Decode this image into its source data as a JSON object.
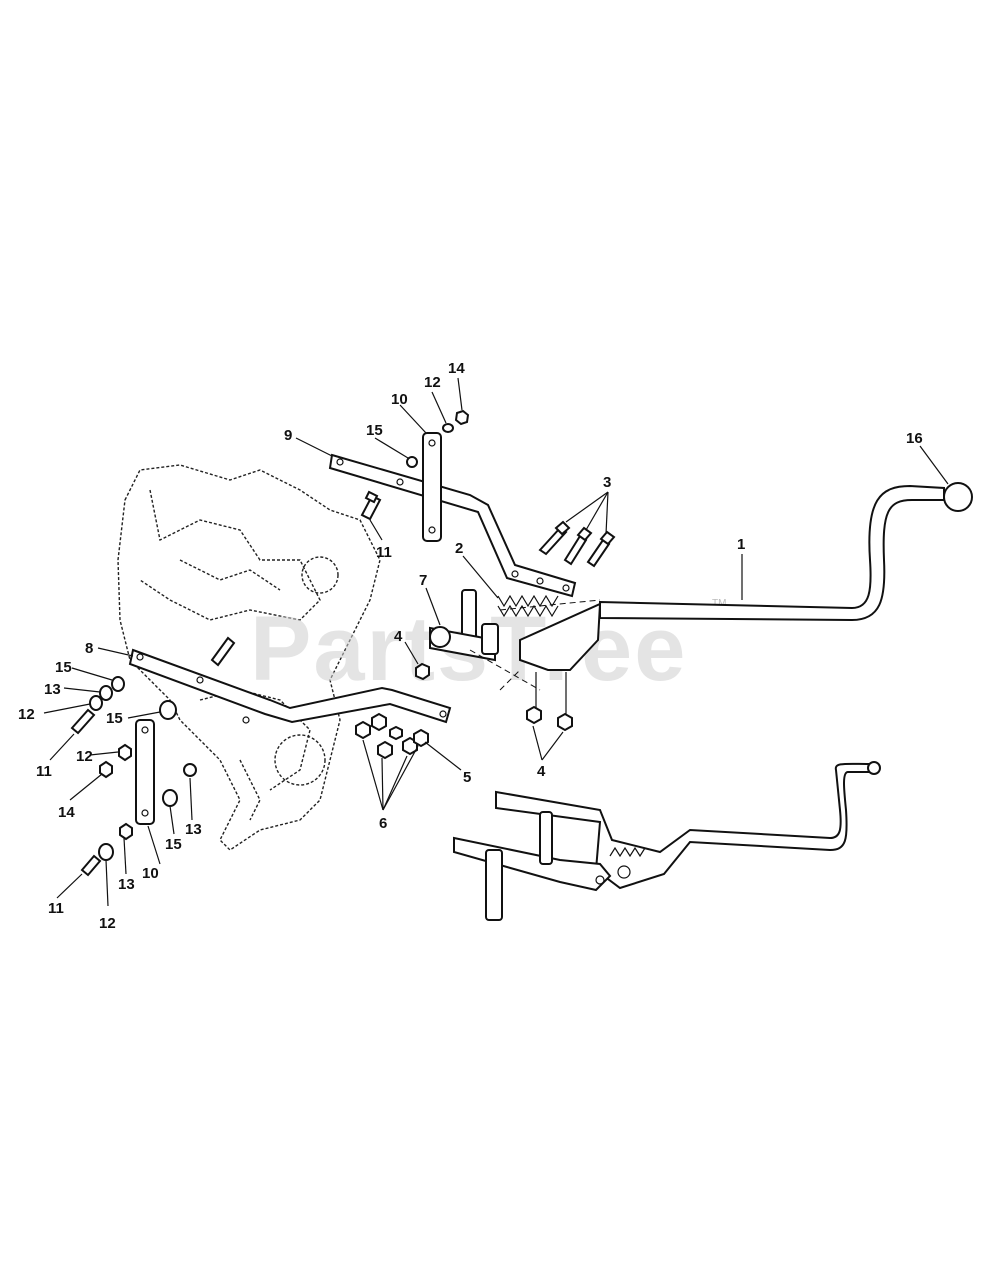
{
  "watermark": {
    "text": "PartsTree",
    "trademark": "TM"
  },
  "callouts": [
    {
      "id": "c1",
      "label": "1"
    },
    {
      "id": "c2",
      "label": "2"
    },
    {
      "id": "c3",
      "label": "3"
    },
    {
      "id": "c4a",
      "label": "4"
    },
    {
      "id": "c4b",
      "label": "4"
    },
    {
      "id": "c5",
      "label": "5"
    },
    {
      "id": "c6",
      "label": "6"
    },
    {
      "id": "c7",
      "label": "7"
    },
    {
      "id": "c8",
      "label": "8"
    },
    {
      "id": "c9",
      "label": "9"
    },
    {
      "id": "c10a",
      "label": "10"
    },
    {
      "id": "c10b",
      "label": "10"
    },
    {
      "id": "c11a",
      "label": "11"
    },
    {
      "id": "c11b",
      "label": "11"
    },
    {
      "id": "c11c",
      "label": "11"
    },
    {
      "id": "c12a",
      "label": "12"
    },
    {
      "id": "c12b",
      "label": "12"
    },
    {
      "id": "c12c",
      "label": "12"
    },
    {
      "id": "c12d",
      "label": "12"
    },
    {
      "id": "c13a",
      "label": "13"
    },
    {
      "id": "c13b",
      "label": "13"
    },
    {
      "id": "c13c",
      "label": "13"
    },
    {
      "id": "c14a",
      "label": "14"
    },
    {
      "id": "c14b",
      "label": "14"
    },
    {
      "id": "c15a",
      "label": "15"
    },
    {
      "id": "c15b",
      "label": "15"
    },
    {
      "id": "c15c",
      "label": "15"
    },
    {
      "id": "c15d",
      "label": "15"
    },
    {
      "id": "c16",
      "label": "16"
    }
  ]
}
